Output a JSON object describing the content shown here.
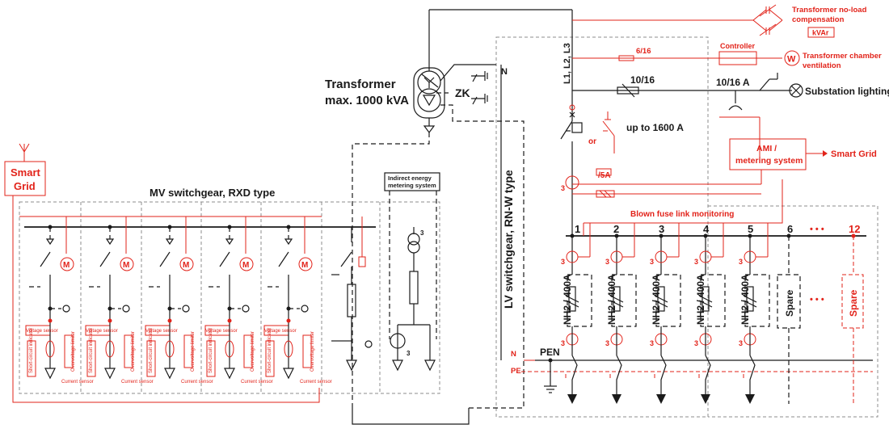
{
  "transformer": {
    "title_line1": "Transformer",
    "title_line2": "max. 1000 kVA",
    "zk_label": "ZK",
    "neutral_label": "N"
  },
  "compensation": {
    "label_line1": "Transformer no-load",
    "label_line2": "compensation",
    "unit": "kVAr"
  },
  "controller": {
    "label": "Controller",
    "fuse_rating": "6/16"
  },
  "ventilation": {
    "symbol": "W",
    "label_line1": "Transformer chamber",
    "label_line2": "ventilation"
  },
  "phases": {
    "label": "L1, L2, L3"
  },
  "lighting": {
    "fuse_rating": "10/16",
    "breaker_rating": "10/16 A",
    "label": "Substation lighting"
  },
  "main_switch": {
    "rating": "up to 1600 A",
    "or_label": "or"
  },
  "ami": {
    "label_line1": "AMI /",
    "label_line2": "metering system",
    "output": "Smart Grid"
  },
  "current_transformers": {
    "ratio": "/5A",
    "count_label": "3"
  },
  "smart_grid_left": {
    "line1": "Smart",
    "line2": "Grid"
  },
  "mv_switchgear": {
    "title": "MV switchgear, RXD type",
    "motor_symbol": "M",
    "voltage_sensor": "Voltage sensor",
    "short_circuit_indicator": "Short-circuit indicator",
    "current_sensor": "Current sensor",
    "overvoltage_limiter": "Overvoltage limiter"
  },
  "indirect_metering": {
    "line1": "Indirect energy",
    "line2": "metering system",
    "ct_count": "3"
  },
  "lv_switchgear": {
    "title": "LV switchgear, RN-W type",
    "fuse_monitoring": "Blown fuse link monitoring",
    "feeders": [
      "1",
      "2",
      "3",
      "4",
      "5",
      "6",
      "12"
    ],
    "ellipsis": "• • •",
    "fuse_label": "NH2 / 400A",
    "spare_label": "Spare",
    "ct_count": "3",
    "n_label": "N",
    "pe_label": "PE",
    "pen_label": "PEN"
  }
}
